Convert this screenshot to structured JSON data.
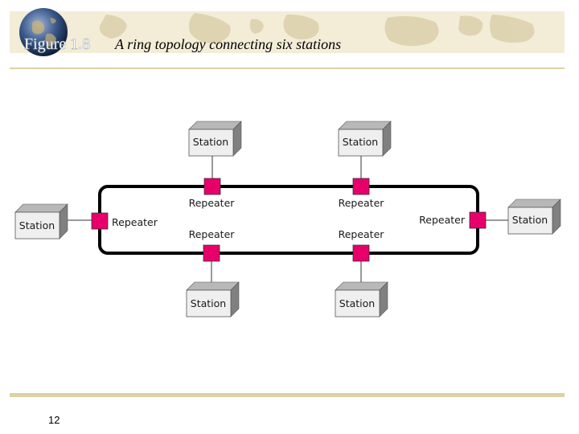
{
  "header": {
    "figure_label": "Figure 1.8",
    "caption": "A ring topology connecting six stations"
  },
  "diagram": {
    "station_label": "Station",
    "repeater_label": "Repeater",
    "stations": [
      {
        "id": "top-left",
        "label": "Station"
      },
      {
        "id": "top-right",
        "label": "Station"
      },
      {
        "id": "left",
        "label": "Station"
      },
      {
        "id": "right",
        "label": "Station"
      },
      {
        "id": "bottom-left",
        "label": "Station"
      },
      {
        "id": "bottom-right",
        "label": "Station"
      }
    ],
    "repeaters": [
      {
        "id": "top-left",
        "label": "Repeater"
      },
      {
        "id": "top-right",
        "label": "Repeater"
      },
      {
        "id": "left",
        "label": "Repeater"
      },
      {
        "id": "right",
        "label": "Repeater"
      },
      {
        "id": "bottom-left",
        "label": "Repeater"
      },
      {
        "id": "bottom-right",
        "label": "Repeater"
      }
    ],
    "colors": {
      "repeater_fill": "#e8006a",
      "station_face": "#efefef",
      "station_top": "#b8b8b8",
      "station_side": "#808080",
      "ring": "#000000"
    }
  },
  "footer": {
    "page_number": "12"
  }
}
